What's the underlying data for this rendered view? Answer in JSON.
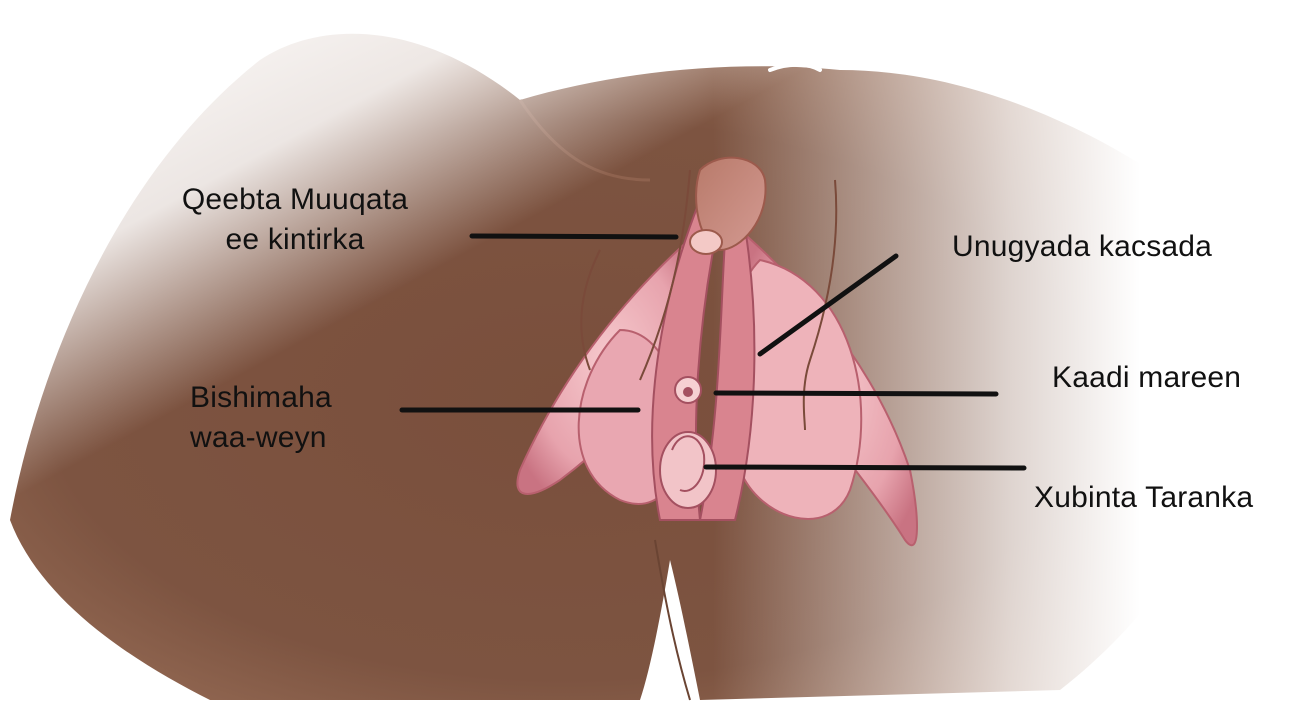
{
  "diagram": {
    "labels": {
      "qeebta": [
        "Qeebta Muuqata",
        "ee kintirka"
      ],
      "unugyada": [
        "Unugyada kacsada"
      ],
      "bishimaha": [
        "Bishimaha",
        "waa-weyn"
      ],
      "kaadi": [
        "Kaadi mareen"
      ],
      "xubinta": [
        "Xubinta Taranka"
      ]
    },
    "colors": {
      "skin": "#7a4f3c",
      "skin_light": "#a67a62",
      "tissue": "#e7a3ad",
      "tissue_dark": "#b8606e",
      "leader_line": "#111111"
    }
  }
}
